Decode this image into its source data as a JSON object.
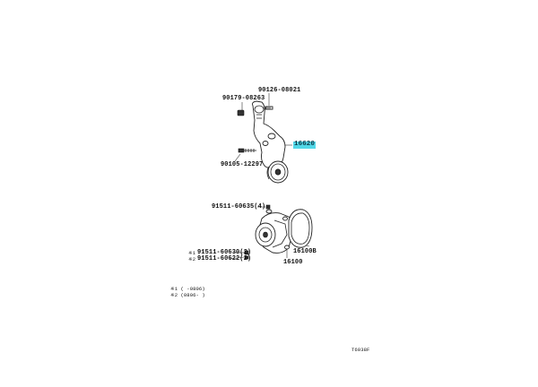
{
  "callouts": {
    "p90126": "90126-08021",
    "p90179": "90179-08263",
    "p16620": "16620",
    "p90105": "90105-12297",
    "p91511_a": "91511-60635(4)",
    "p16100b": "16100B",
    "ref1": "※1",
    "p91511_b": "91511-60630(2)",
    "ref2": "※2",
    "p91511_c": "91511-60622(2)",
    "p16100": "16100"
  },
  "notes": {
    "note1": "※1 (      -0806)",
    "note2": "※2 (0806-      )"
  },
  "figure_code": "T6038F",
  "colors": {
    "highlight": "#52d8e8"
  }
}
